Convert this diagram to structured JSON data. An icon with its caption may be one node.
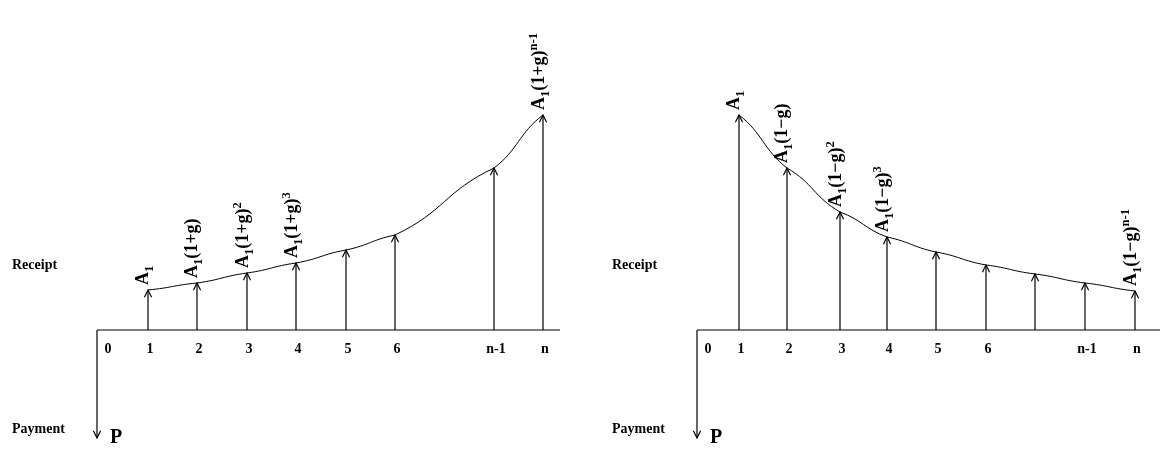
{
  "diagram": {
    "labels": [
      "Receipt",
      "A$_{1}$",
      "A$_{1}$(1+g)",
      "A$_{1}$(1+g)$^{2}$",
      "A$_{1}$(1+g)$^{3}$",
      "A$_{1}$(1+g)$^{n-1}$",
      "0",
      "1",
      "2",
      "3",
      "4",
      "5",
      "6",
      "n-1",
      "n",
      "Payment",
      "P",
      "Receipt",
      "A$_{1}$",
      "A$_{1}$(1−g)",
      "A$_{1}$(1−g)$^{2}$",
      "A$_{1}$(1−g)$^{3}$",
      "A$_{1}$(1−g)$^{n-1}$",
      "0",
      "1",
      "2",
      "3",
      "4",
      "5",
      "6",
      "n-1",
      "n",
      "Payment",
      "P"
    ]
  }
}
